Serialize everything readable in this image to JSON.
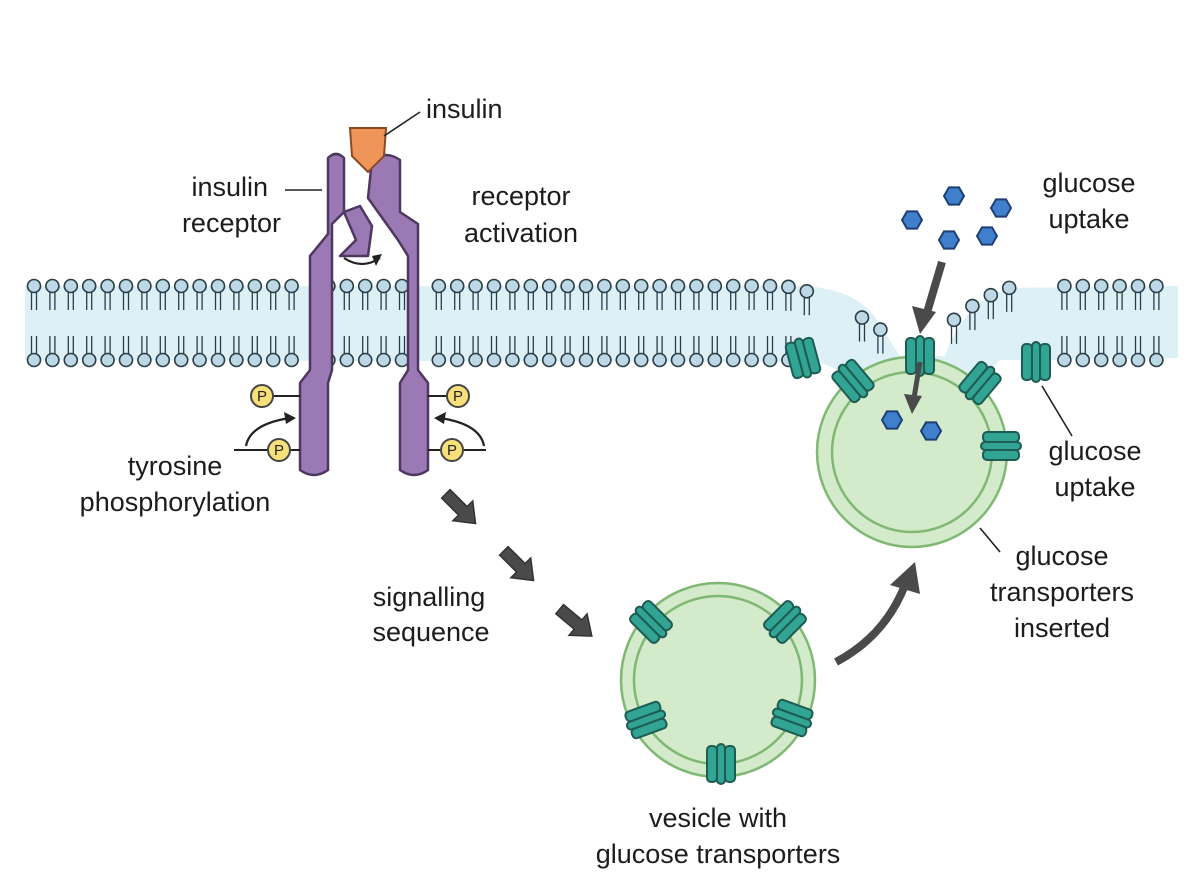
{
  "labels": {
    "insulin": "insulin",
    "receptor_line1": "insulin",
    "receptor_line2": "receptor",
    "activation_line1": "receptor",
    "activation_line2": "activation",
    "uptake_top_line1": "glucose",
    "uptake_top_line2": "uptake",
    "phos_line1": "tyrosine",
    "phos_line2": "phosphorylation",
    "signal_line1": "signalling",
    "signal_line2": "sequence",
    "uptake_right_line1": "glucose",
    "uptake_right_line2": "uptake",
    "inserted_line1": "glucose",
    "inserted_line2": "transporters",
    "inserted_line3": "inserted",
    "vesicle_line1": "vesicle with",
    "vesicle_line2": "glucose transporters"
  },
  "phosphate": {
    "symbol": "P"
  },
  "colors": {
    "membrane": "#dcf0f6",
    "lipid_head": "#bcd8e4",
    "lipid_stroke": "#2a3c46",
    "receptor": "#9b79b5",
    "receptor_stroke": "#4d3860",
    "insulin": "#f0955a",
    "phosphate": "#f7e07a",
    "vesicle": "#d3eacb",
    "vesicle_ring": "#a3cf98",
    "transporter": "#31a493",
    "glucose": "#3f7fcc",
    "arrow": "#4a4a4a"
  }
}
